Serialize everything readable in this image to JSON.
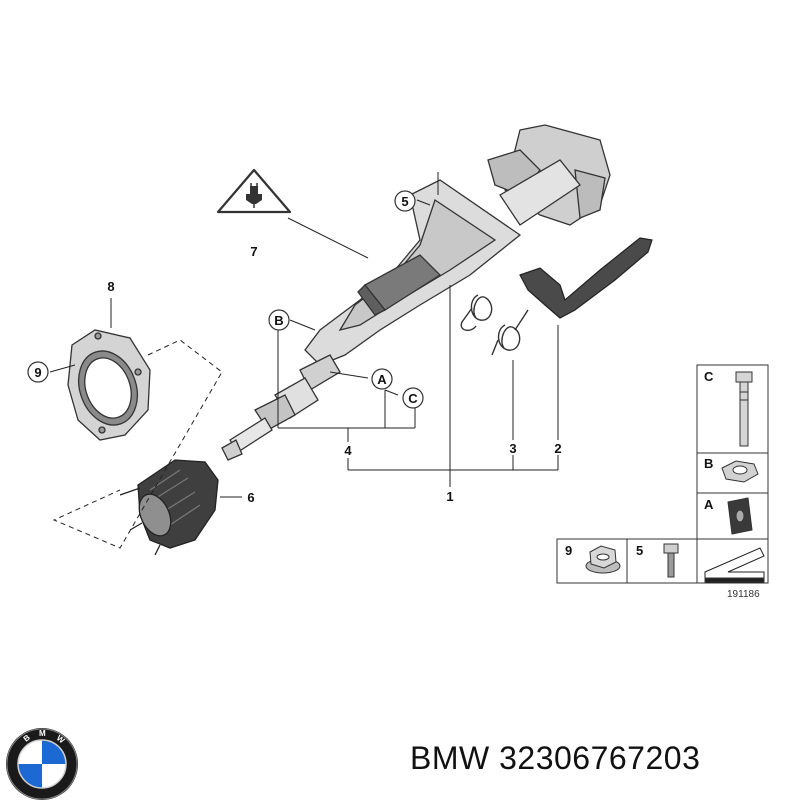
{
  "diagram": {
    "callouts": {
      "part_1": "1",
      "part_2": "2",
      "part_3": "3",
      "part_4": "4",
      "part_5": "5",
      "part_6": "6",
      "part_7": "7",
      "part_8": "8",
      "part_9": "9",
      "ref_a": "A",
      "ref_b": "B",
      "ref_c": "C"
    },
    "legend": {
      "c": "C",
      "b": "B",
      "a": "A",
      "nine": "9",
      "five": "5"
    },
    "drawing_number": "191186"
  },
  "footer": {
    "brand": "BMW",
    "part_number": "32306767203",
    "logo_icon": "bmw-roundel-icon",
    "logo_colors": {
      "blue": "#1c69d4",
      "white": "#ffffff",
      "ring": "#1a1a1a"
    }
  }
}
